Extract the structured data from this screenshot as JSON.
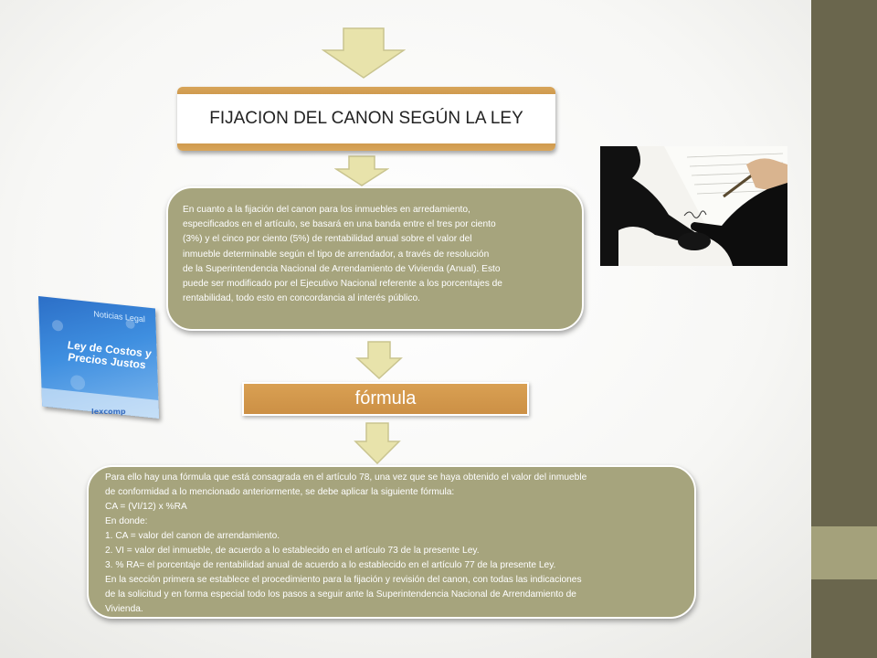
{
  "title": "FIJACION DEL CANON SEGÚN LA LEY",
  "paragraph1_lines": [
    "En cuanto a la fijación del canon para los inmuebles en arredamiento,",
    "especificados en el artículo, se basará en una banda entre el tres por ciento",
    "(3%) y el cinco por ciento (5%) de rentabilidad anual sobre el valor del",
    "inmueble determinable según el tipo de arrendador, a través de resolución",
    "de la Superintendencia Nacional de Arrendamiento de Vivienda (Anual). Esto",
    "puede ser modificado por el Ejecutivo Nacional referente a los porcentajes de",
    "rentabilidad, todo esto en concordancia al interés público."
  ],
  "formula_label": "fórmula",
  "paragraph2_lines": [
    "Para ello hay una fórmula que está consagrada en el artículo 78, una vez que se haya obtenido el valor del inmueble",
    "de conformidad a lo mencionado anteriormente, se debe aplicar la siguiente fórmula:",
    "CA = (VI/12) x %RA",
    "En donde:",
    "1. CA = valor del canon de arrendamiento.",
    "2. VI = valor del inmueble, de acuerdo a lo establecido en el artículo 73 de la presente Ley.",
    "3. % RA= el porcentaje de rentabilidad anual de acuerdo a lo establecido en el artículo 77 de la presente Ley.",
    "En la sección primera se establece el procedimiento para la fijación y revisión del canon, con todas las indicaciones",
    "de la solicitud y en forma especial todo los pasos a seguir ante la Superintendencia Nacional de Arrendamiento de",
    "Vivienda."
  ],
  "book": {
    "top": "Noticias Legal",
    "title": "Ley de Costos y Precios Justos",
    "brand": "lexcomp"
  },
  "colors": {
    "arrow": "#e8e3ab",
    "olive_box": "#a6a47d",
    "orange": "#cf9a4e",
    "sidebar": "#6a664d"
  }
}
